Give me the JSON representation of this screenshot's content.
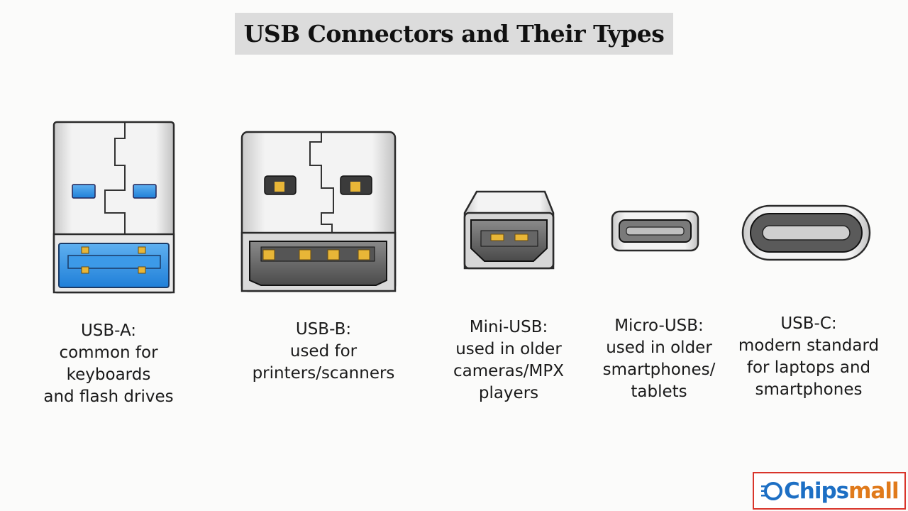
{
  "title": "USB Connectors and Their Types",
  "connectors": [
    {
      "id": "usb-a",
      "name": "USB-A:",
      "desc": [
        "common for",
        "keyboards",
        "and flash drives"
      ]
    },
    {
      "id": "usb-b",
      "name": "USB-B:",
      "desc": [
        "used for",
        "printers/scanners"
      ]
    },
    {
      "id": "mini-usb",
      "name": "Mini-USB:",
      "desc": [
        "used in older",
        "cameras/MPX",
        "players"
      ]
    },
    {
      "id": "micro-usb",
      "name": "Micro-USB:",
      "desc": [
        "used in older",
        "smartphones/",
        "tablets"
      ]
    },
    {
      "id": "usb-c",
      "name": "USB-C:",
      "desc": [
        "modern standard",
        "for laptops and",
        "smartphones"
      ]
    }
  ],
  "logo": {
    "text_part1": "Chips",
    "text_part2": "mall"
  },
  "colors": {
    "usb3_blue": "#2f8fe0",
    "contact_gold": "#e8b637",
    "logo_border": "#d9352b",
    "logo_blue": "#1d6fc4",
    "logo_orange": "#e07a1b"
  }
}
